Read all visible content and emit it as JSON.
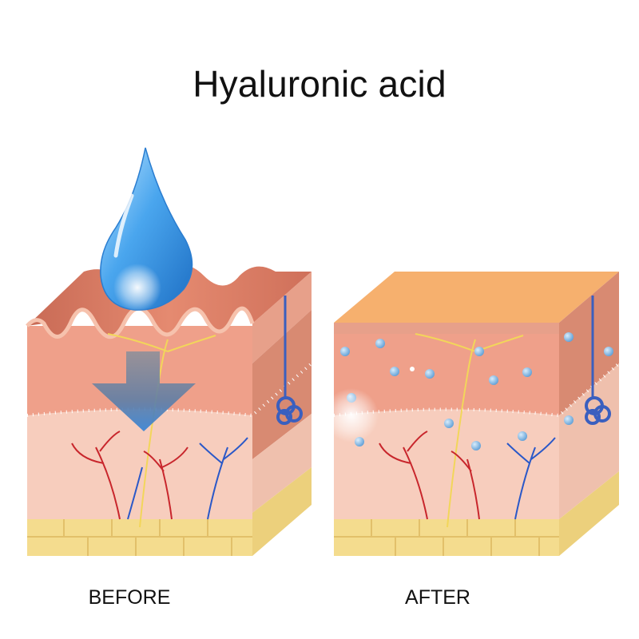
{
  "title": "Hyaluronic acid",
  "panels": {
    "before": {
      "label": "BEFORE"
    },
    "after": {
      "label": "AFTER"
    }
  },
  "colors": {
    "epidermis_wrinkled": "#d97a64",
    "epidermis_smooth": "#f6b06e",
    "dermis": "#efa08a",
    "dermis_side": "#d88a72",
    "lower_dermis": "#f7cdbd",
    "fat": "#f4dc8e",
    "droplet": "#3a9be8",
    "molecule": "#7fb4df",
    "artery": "#c8262c",
    "vein": "#2a58c8",
    "nerve": "#f2d65a"
  }
}
